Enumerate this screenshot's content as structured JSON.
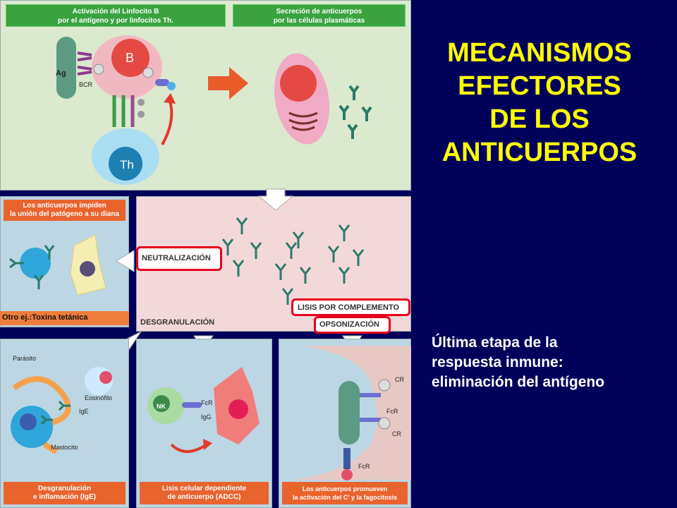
{
  "title": {
    "line1": "MECANISMOS",
    "line2": "EFECTORES",
    "line3": "DE LOS",
    "line4": "ANTICUERPOS"
  },
  "subtitle": {
    "line1": "Última etapa de la",
    "line2": "respuesta inmune:",
    "line3": "eliminación del antígeno"
  },
  "top_panel": {
    "header_left_1": "Activación del Linfocito B",
    "header_left_2": "por el antígeno y por linfocitos Th.",
    "header_right_1": "Secreción de anticuerpos",
    "header_right_2": "por las células plasmáticas",
    "label_ag": "Ag",
    "label_bcr": "BCR",
    "label_b": "B",
    "label_th": "Th"
  },
  "neutralization": {
    "header_1": "Los anticuerpos impiden",
    "header_2": "la unión del patógeno a su diana",
    "label": "NEUTRALIZACIÓN",
    "example": "Otro ej.:Toxina tetánica"
  },
  "center": {
    "lysis_label": "LISIS POR COMPLEMENTO",
    "opson_label": "OPSONIZACIÓN",
    "degran_label": "DESGRANULACIÓN"
  },
  "bottom_left": {
    "parasite": "Parásito",
    "eosinophil": "Eosinófilo",
    "ige": "IgE",
    "mastocyte": "Mastocito",
    "footer_1": "Desgranulación",
    "footer_2": "e inflamación (IgE)"
  },
  "bottom_mid": {
    "nk": "NK",
    "fcr": "FcR",
    "igg": "IgG",
    "footer_1": "Lisis celular dependiente",
    "footer_2": "de anticuerpo (ADCC)"
  },
  "bottom_right": {
    "cr1": "CR",
    "fcr1": "FcR",
    "cr2": "CR",
    "fcr2": "FcR",
    "footer_1": "Los anticuerpos promueven",
    "footer_2": "la activación del C' y la fagocitosis"
  },
  "colors": {
    "background": "#00005a",
    "title": "#ffff00",
    "header_green": "#3aa33f",
    "header_orange": "#e9632d",
    "highlight_red": "#e8001c"
  }
}
